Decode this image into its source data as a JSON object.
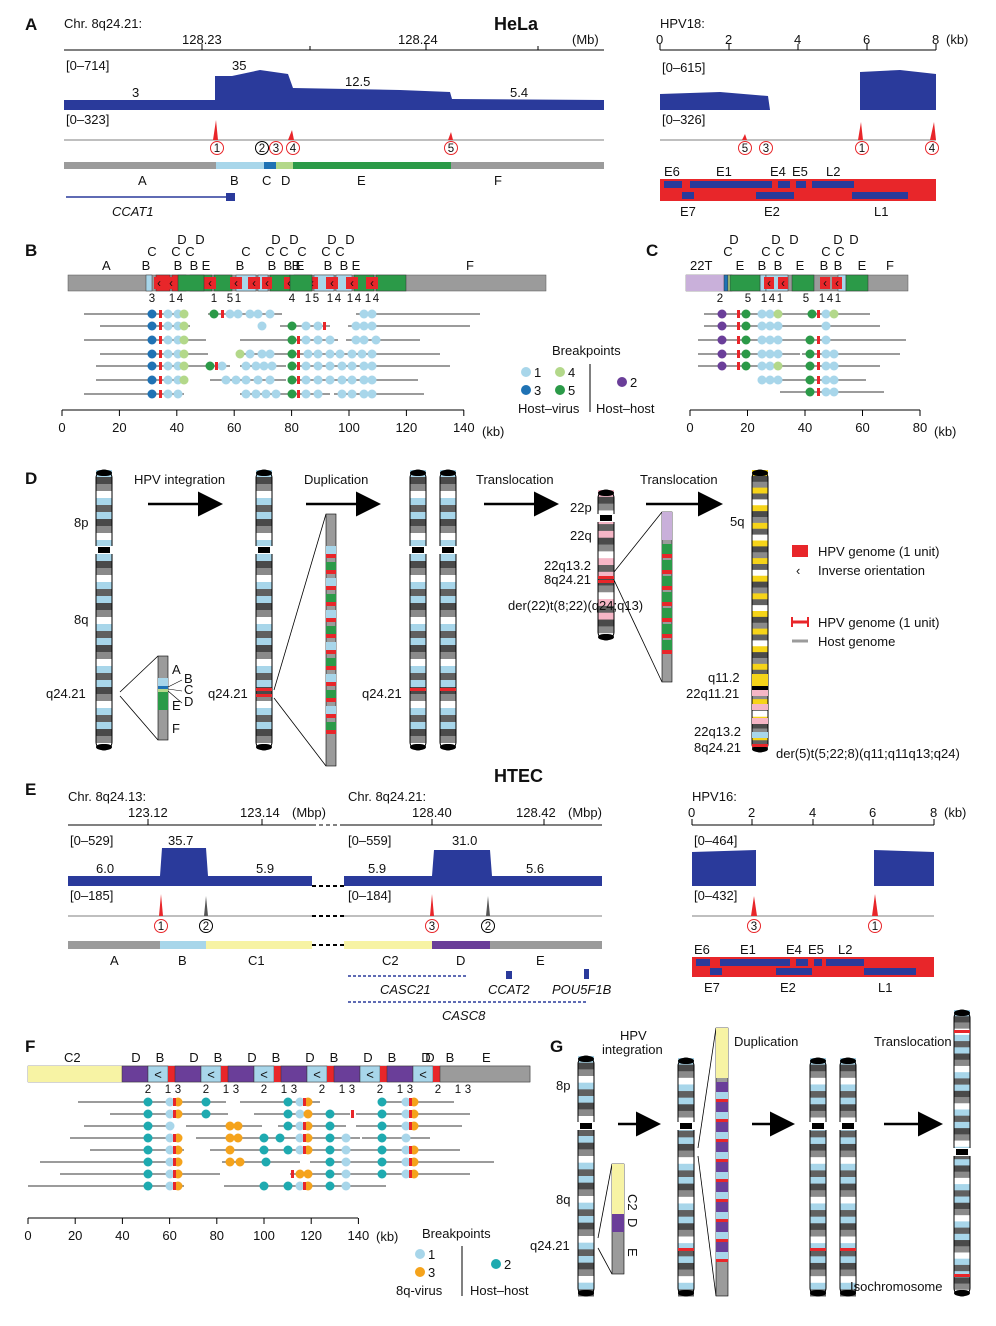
{
  "colors": {
    "coverage": "#2a3a9b",
    "red": "#e8262a",
    "grey": "#9b9b9b",
    "lightblue": "#a8d6ea",
    "darkblue": "#1f72b4",
    "green": "#2b9a48",
    "lightgreen": "#b3d88a",
    "yellow": "#f7f3a4",
    "purple": "#6a3e99",
    "lilac": "#c9b0da",
    "teal": "#1eaab0",
    "orange": "#f5a31b",
    "gold": "#f6d419",
    "pink": "#f5b6c6"
  },
  "panels": {
    "A": "A",
    "B": "B",
    "C": "C",
    "D": "D",
    "E": "E",
    "F": "F",
    "G": "G"
  },
  "A": {
    "title": "HeLa",
    "locus": "Chr. 8q24.21:",
    "tick1": "128.23",
    "tick2": "128.24",
    "unit": "(Mb)",
    "cov_range": "[0–714]",
    "cov_labels": [
      "3",
      "35",
      "12.5",
      "5.4"
    ],
    "bp_range": "[0–323]",
    "bp_labels": [
      "1",
      "2",
      "3",
      "4",
      "5"
    ],
    "segments": [
      "A",
      "B",
      "C",
      "D",
      "E",
      "F"
    ],
    "gene": "CCAT1",
    "hpv": {
      "title": "HPV18:",
      "ticks": [
        "0",
        "2",
        "4",
        "6",
        "8"
      ],
      "unit": "(kb)",
      "cov_range": "[0–615]",
      "bp_range": "[0–326]",
      "bp_labels": [
        "5",
        "3",
        "1",
        "4"
      ],
      "genes_top": [
        "E6",
        "E1",
        "E4",
        "E5",
        "L2"
      ],
      "genes_bottom": [
        "E7",
        "E2",
        "L1"
      ]
    }
  },
  "B": {
    "segments": [
      "A",
      "F"
    ],
    "unit_letters": [
      "C",
      "B",
      "D",
      "C",
      "B",
      "D",
      "C",
      "B",
      "E"
    ],
    "bp_counts": [
      "3",
      "1",
      "4",
      "1",
      "5",
      "1",
      "4",
      "1",
      "5",
      "1",
      "4",
      "1",
      "4",
      "1",
      "4",
      "1"
    ],
    "axis": [
      "0",
      "20",
      "40",
      "60",
      "80",
      "100",
      "120",
      "140"
    ],
    "unit": "(kb)",
    "legend": {
      "title": "Breakpoints",
      "items": [
        "1",
        "4",
        "3",
        "5",
        "2"
      ],
      "hostvirus": "Host–virus",
      "hosthost": "Host–host"
    }
  },
  "C": {
    "labels": [
      "22T",
      "D",
      "C",
      "B",
      "E",
      "F"
    ],
    "bp_counts": [
      "2",
      "5",
      "1",
      "4",
      "1",
      "5",
      "1",
      "4",
      "1"
    ],
    "axis": [
      "0",
      "20",
      "40",
      "60",
      "80"
    ],
    "unit": "(kb)"
  },
  "D": {
    "steps": [
      "HPV integration",
      "Duplication",
      "Translocation",
      "Translocation"
    ],
    "arms": [
      "8p",
      "8q",
      "q24.21",
      "q24.21",
      "q24.21"
    ],
    "zoom_letters": [
      "A",
      "B",
      "C",
      "D",
      "E",
      "F"
    ],
    "chr22": [
      "22p",
      "22q",
      "22q13.2",
      "8q24.21"
    ],
    "der22": "der(22)t(8;22)(q24;q13)",
    "chr5": [
      "5q",
      "q11.2",
      "22q11.21",
      "22q13.2",
      "8q24.21"
    ],
    "der5": "der(5)t(5;22;8)(q11;q11q13;q24)",
    "legend": [
      "HPV genome (1 unit)",
      "Inverse orientation",
      "HPV genome (1 unit)",
      "Host genome"
    ]
  },
  "E": {
    "title": "HTEC",
    "locus1": "Chr. 8q24.13:",
    "ticks1": [
      "123.12",
      "123.14"
    ],
    "unit1": "(Mbp)",
    "locus2": "Chr. 8q24.21:",
    "ticks2": [
      "128.40",
      "128.42"
    ],
    "unit2": "(Mbp)",
    "cov1_range": "[0–529]",
    "cov1_labels": [
      "6.0",
      "35.7",
      "5.9"
    ],
    "cov2_range": "[0–559]",
    "cov2_labels": [
      "5.9",
      "31.0",
      "5.6"
    ],
    "bp1_range": "[0–185]",
    "bp2_range": "[0–184]",
    "bp_labels": [
      "1",
      "2",
      "3",
      "2"
    ],
    "segments": [
      "A",
      "B",
      "C1",
      "C2",
      "D",
      "E"
    ],
    "genes": [
      "CASC21",
      "CCAT2",
      "POU5F1B",
      "CASC8"
    ],
    "hpv": {
      "title": "HPV16:",
      "ticks": [
        "0",
        "2",
        "4",
        "6",
        "8"
      ],
      "unit": "(kb)",
      "cov_range": "[0–464]",
      "bp_range": "[0–432]",
      "bp_labels": [
        "3",
        "1"
      ],
      "genes_top": [
        "E6",
        "E1",
        "E4",
        "E5",
        "L2"
      ],
      "genes_bottom": [
        "E7",
        "E2",
        "L1"
      ]
    }
  },
  "F": {
    "segments": [
      "C2",
      "D",
      "B",
      "E"
    ],
    "bp_counts": [
      "2",
      "1",
      "3"
    ],
    "axis": [
      "0",
      "20",
      "40",
      "60",
      "80",
      "100",
      "120",
      "140"
    ],
    "unit": "(kb)",
    "legend": {
      "title": "Breakpoints",
      "items": [
        "1",
        "3",
        "2"
      ],
      "hostvirus": "8q-virus",
      "hosthost": "Host–host"
    }
  },
  "G": {
    "steps": [
      "HPV",
      "integration",
      "Duplication",
      "Translocation"
    ],
    "arms": [
      "8p",
      "8q",
      "q24.21"
    ],
    "zoom_letters": [
      "C2",
      "D",
      "E"
    ],
    "iso": "Isochromosome"
  }
}
